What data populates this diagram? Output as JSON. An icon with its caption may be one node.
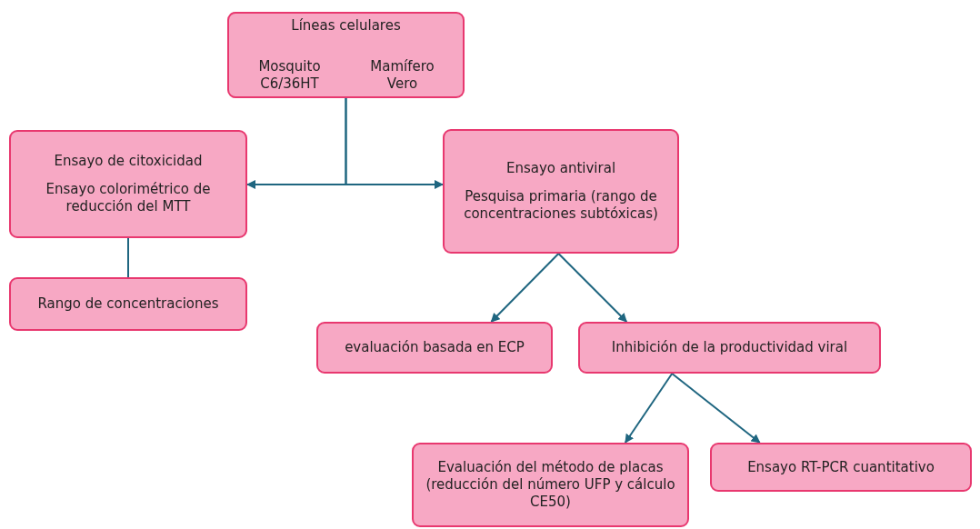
{
  "diagram": {
    "nodes": [
      {
        "text": [
          "Líneas celulares",
          "Mosquito C6/36HT",
          "Mamífero Vero"
        ]
      },
      {
        "text": [
          "Ensayo de citoxicidad",
          "Ensayo colorimétrico de reducción del MTT"
        ]
      },
      {
        "text": [
          "Ensayo antiviral",
          "Pesquisa primaria (rango de concentraciones subtóxicas)"
        ]
      },
      {
        "text": [
          "Rango de concentraciones"
        ]
      },
      {
        "text": [
          "evaluación basada en ECP"
        ]
      },
      {
        "text": [
          "Inhibición de la productividad viral"
        ]
      },
      {
        "text": [
          "Evaluación del método de placas (reducción del número UFP y cálculo CE50)"
        ]
      },
      {
        "text": [
          "Ensayo RT-PCR cuantitativo"
        ]
      }
    ],
    "edges": [
      {
        "from": 0,
        "to": 1,
        "arrow": "to"
      },
      {
        "from": 0,
        "to": 2,
        "arrow": "to"
      },
      {
        "from": 1,
        "to": 3,
        "arrow": "none"
      },
      {
        "from": 2,
        "to": 4,
        "arrow": "to"
      },
      {
        "from": 2,
        "to": 5,
        "arrow": "to"
      },
      {
        "from": 5,
        "to": 6,
        "arrow": "to"
      },
      {
        "from": 5,
        "to": 7,
        "arrow": "to"
      }
    ]
  }
}
